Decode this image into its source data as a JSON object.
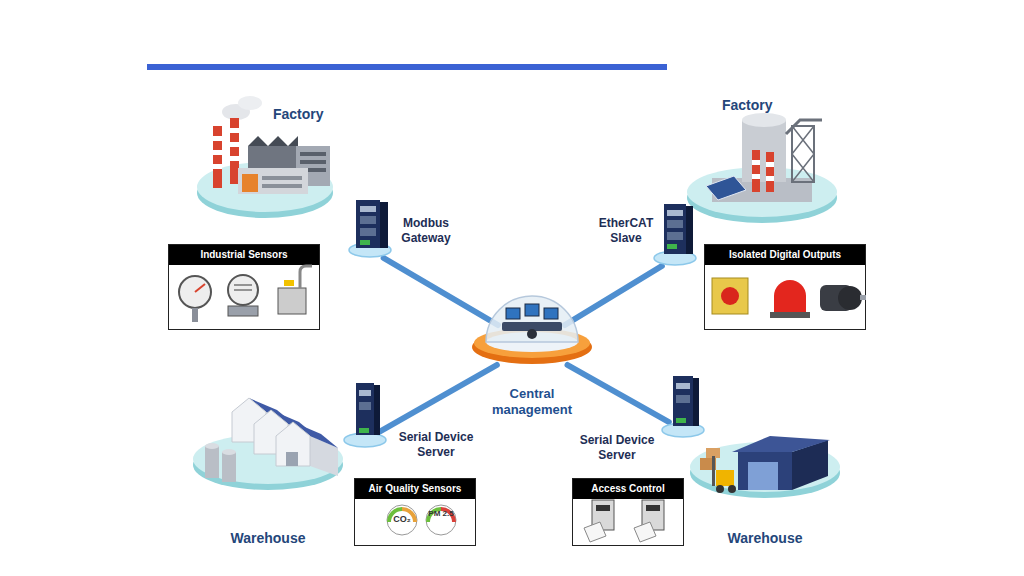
{
  "diagram": {
    "title": "Industrial Automation Network",
    "nodes": [
      {
        "text": [
          "Factory"
        ]
      },
      {
        "text": [
          "Industrial Sensors"
        ]
      },
      {
        "text": [
          "Modbus Gateway"
        ]
      },
      {
        "text": [
          "EtherCAT Slave"
        ]
      },
      {
        "text": [
          "Factory"
        ]
      },
      {
        "text": [
          "Isolated Digital Outputs"
        ]
      },
      {
        "text": [
          "Central management"
        ]
      },
      {
        "text": [
          "Serial Device Server"
        ]
      },
      {
        "text": [
          "Serial Device Server"
        ]
      },
      {
        "text": [
          "Warehouse"
        ]
      },
      {
        "text": [
          "Air Quality Sensors"
        ]
      },
      {
        "text": [
          "Access Control"
        ]
      },
      {
        "text": [
          "Warehouse"
        ]
      }
    ],
    "edges": [
      {
        "from": 6,
        "to": 2,
        "arrow": "none"
      },
      {
        "from": 6,
        "to": 3,
        "arrow": "none"
      },
      {
        "from": 6,
        "to": 7,
        "arrow": "none"
      },
      {
        "from": 6,
        "to": 8,
        "arrow": "none"
      }
    ],
    "labels": [
      "CO₂",
      "PM 2.5"
    ]
  }
}
